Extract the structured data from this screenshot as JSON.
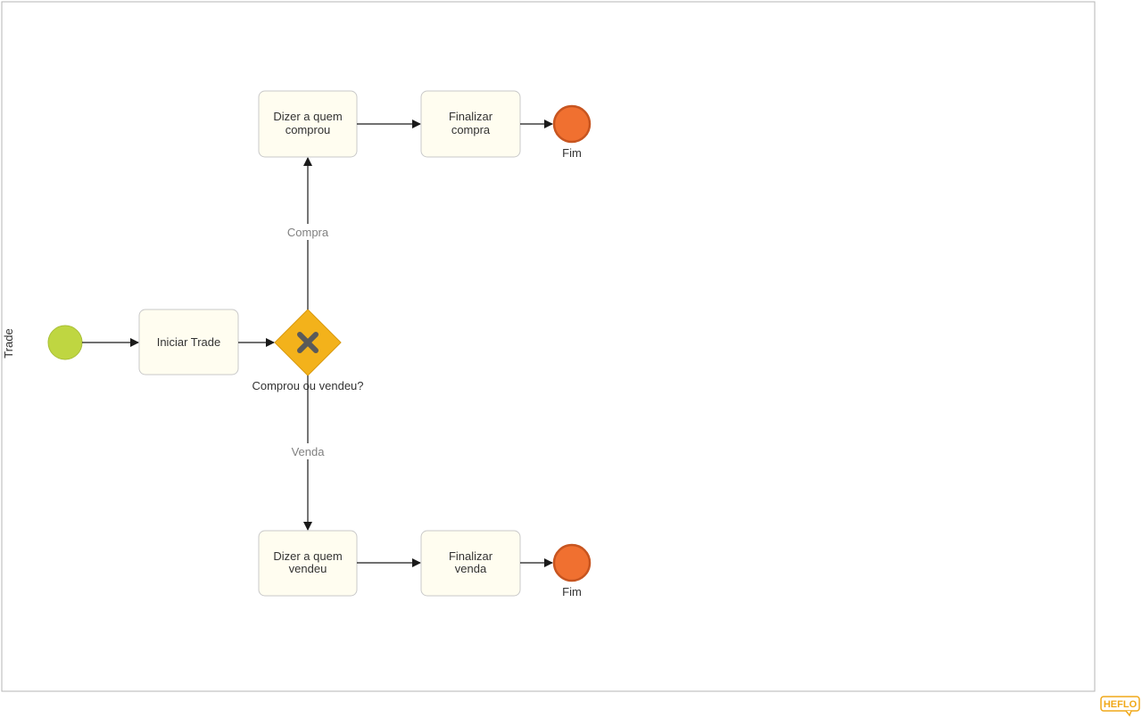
{
  "pool": {
    "lane_label": "Trade"
  },
  "tasks": {
    "start_trade": "Iniciar Trade",
    "tell_bought_line1": "Dizer a quem",
    "tell_bought_line2": "comprou",
    "finish_buy_line1": "Finalizar",
    "finish_buy_line2": "compra",
    "tell_sold_line1": "Dizer a quem",
    "tell_sold_line2": "vendeu",
    "finish_sell_line1": "Finalizar",
    "finish_sell_line2": "venda"
  },
  "gateway": {
    "label": "Comprou ou vendeu?"
  },
  "flows": {
    "buy_label": "Compra",
    "sell_label": "Venda"
  },
  "end_events": {
    "top_label": "Fim",
    "bottom_label": "Fim"
  },
  "colors": {
    "start_event": "#bfd641",
    "end_event": "#f07030",
    "gateway": "#f3b21b",
    "task_fill": "#fffdf0",
    "brand": "#f0a818"
  },
  "branding": {
    "logo_text": "HEFLO"
  }
}
